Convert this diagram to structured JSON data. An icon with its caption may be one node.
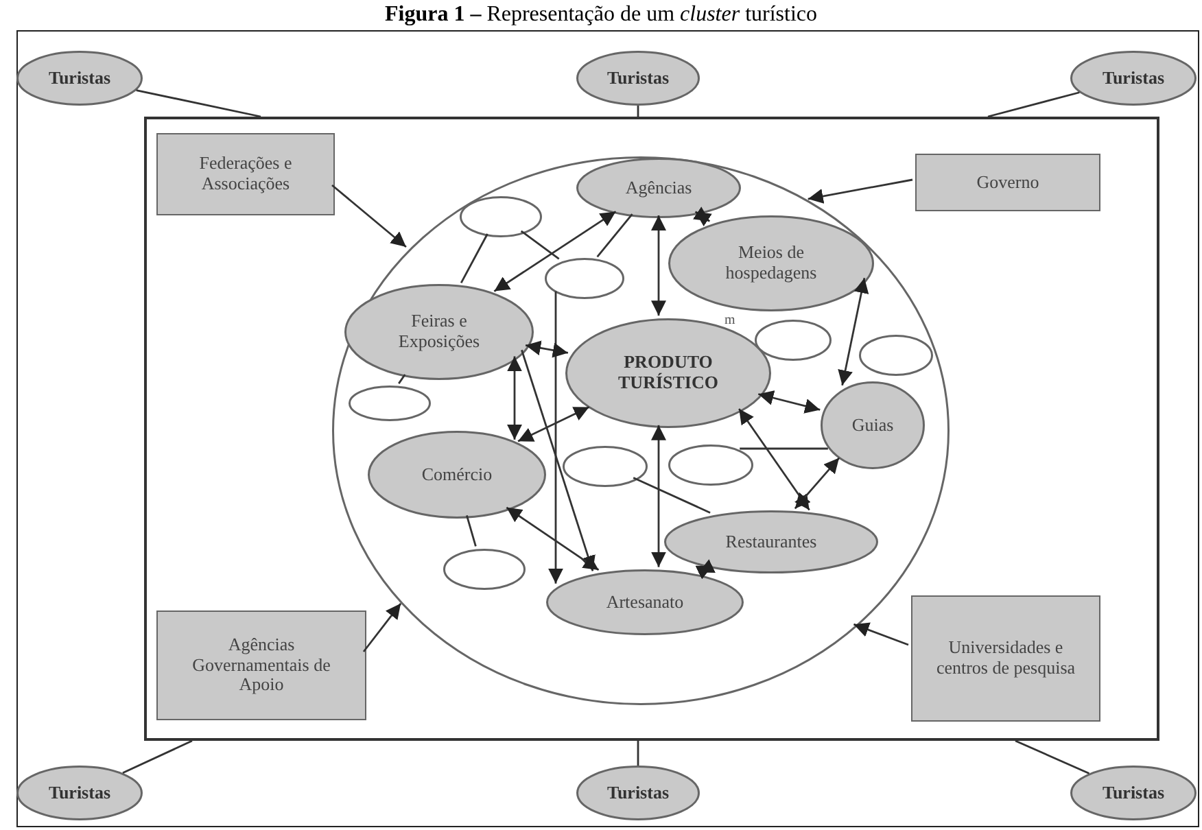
{
  "diagram": {
    "title": "**Figura 1 –** Representação de um *cluster* turístico",
    "nodes": [
      {
        "text": [
          "Turistas"
        ]
      },
      {
        "text": [
          "Turistas"
        ]
      },
      {
        "text": [
          "Turistas"
        ]
      },
      {
        "text": [],
        "shape": "box"
      },
      {
        "text": [
          "Federações e Associações"
        ],
        "in": 3
      },
      {
        "text": [
          "Governo"
        ],
        "in": 3
      },
      {
        "text": [],
        "shape": "circle",
        "in": 3
      },
      {
        "text": [
          "Agências"
        ],
        "in": 6
      },
      {
        "text": [],
        "shape": "circle",
        "in": 6
      },
      {
        "text": [
          "Meios de hospedagens"
        ],
        "in": 6
      },
      {
        "text": [],
        "shape": "circle",
        "in": 6
      },
      {
        "text": [
          "Feiras e Exposições"
        ],
        "in": 6
      },
      {
        "text": [
          "PRODUTO TURÍSTICO"
        ],
        "in": 6
      },
      {
        "text": [],
        "shape": "circle",
        "in": 6
      },
      {
        "text": [],
        "shape": "circle",
        "in": 6
      },
      {
        "text": [],
        "shape": "circle",
        "in": 6
      },
      {
        "text": [
          "Guias"
        ],
        "in": 6
      },
      {
        "text": [
          "Comércio"
        ],
        "in": 6
      },
      {
        "text": [],
        "shape": "circle",
        "in": 6
      },
      {
        "text": [],
        "shape": "circle",
        "in": 6
      },
      {
        "text": [
          "Restaurantes"
        ],
        "in": 6
      },
      {
        "text": [],
        "shape": "circle",
        "in": 6
      },
      {
        "text": [
          "Artesanato"
        ],
        "in": 6
      },
      {
        "text": [
          "Agências Governamentais de Apoio"
        ],
        "in": 3
      },
      {
        "text": [
          "Universidades e centros de pesquisa"
        ],
        "in": 3
      },
      {
        "text": [
          "Turistas"
        ]
      },
      {
        "text": [
          "Turistas"
        ]
      },
      {
        "text": [
          "Turistas"
        ]
      }
    ],
    "edges": [
      {
        "from": 0,
        "to": 3,
        "arrow": "none"
      },
      {
        "from": 1,
        "to": 3,
        "arrow": "none"
      },
      {
        "from": 2,
        "to": 3,
        "arrow": "none"
      },
      {
        "from": 25,
        "to": 3,
        "arrow": "none"
      },
      {
        "from": 26,
        "to": 3,
        "arrow": "none"
      },
      {
        "from": 27,
        "to": 3,
        "arrow": "none"
      },
      {
        "from": 4,
        "to": 6,
        "arrow": "to"
      },
      {
        "from": 5,
        "to": 6,
        "arrow": "to"
      },
      {
        "from": 23,
        "to": 6,
        "arrow": "to"
      },
      {
        "from": 24,
        "to": 6,
        "arrow": "to"
      },
      {
        "from": 7,
        "to": 9,
        "arrow": "both"
      },
      {
        "from": 7,
        "to": 12,
        "arrow": "both"
      },
      {
        "from": 11,
        "to": 7,
        "arrow": "both"
      },
      {
        "from": 8,
        "to": 11,
        "arrow": "none"
      },
      {
        "from": 8,
        "to": 10,
        "arrow": "none"
      },
      {
        "from": 10,
        "to": 7,
        "arrow": "none"
      },
      {
        "from": 10,
        "to": 22,
        "arrow": "to"
      },
      {
        "from": 11,
        "to": 12,
        "arrow": "both"
      },
      {
        "from": 11,
        "to": 17,
        "arrow": "both"
      },
      {
        "from": 11,
        "to": 22,
        "arrow": "to"
      },
      {
        "from": 17,
        "to": 12,
        "arrow": "both"
      },
      {
        "from": 12,
        "to": 22,
        "arrow": "both"
      },
      {
        "from": 12,
        "to": 20,
        "arrow": "both"
      },
      {
        "from": 12,
        "to": 16,
        "arrow": "both"
      },
      {
        "from": 9,
        "to": 16,
        "arrow": "both"
      },
      {
        "from": 16,
        "to": 20,
        "arrow": "both"
      },
      {
        "from": 20,
        "to": 22,
        "arrow": "both"
      },
      {
        "from": 17,
        "to": 22,
        "arrow": "both"
      },
      {
        "from": 19,
        "to": 16,
        "arrow": "none"
      },
      {
        "from": 18,
        "to": 20,
        "arrow": "none"
      },
      {
        "from": 21,
        "to": 17,
        "arrow": "none"
      },
      {
        "from": 15,
        "to": 11,
        "arrow": "none"
      }
    ],
    "labels": [
      "m"
    ]
  }
}
